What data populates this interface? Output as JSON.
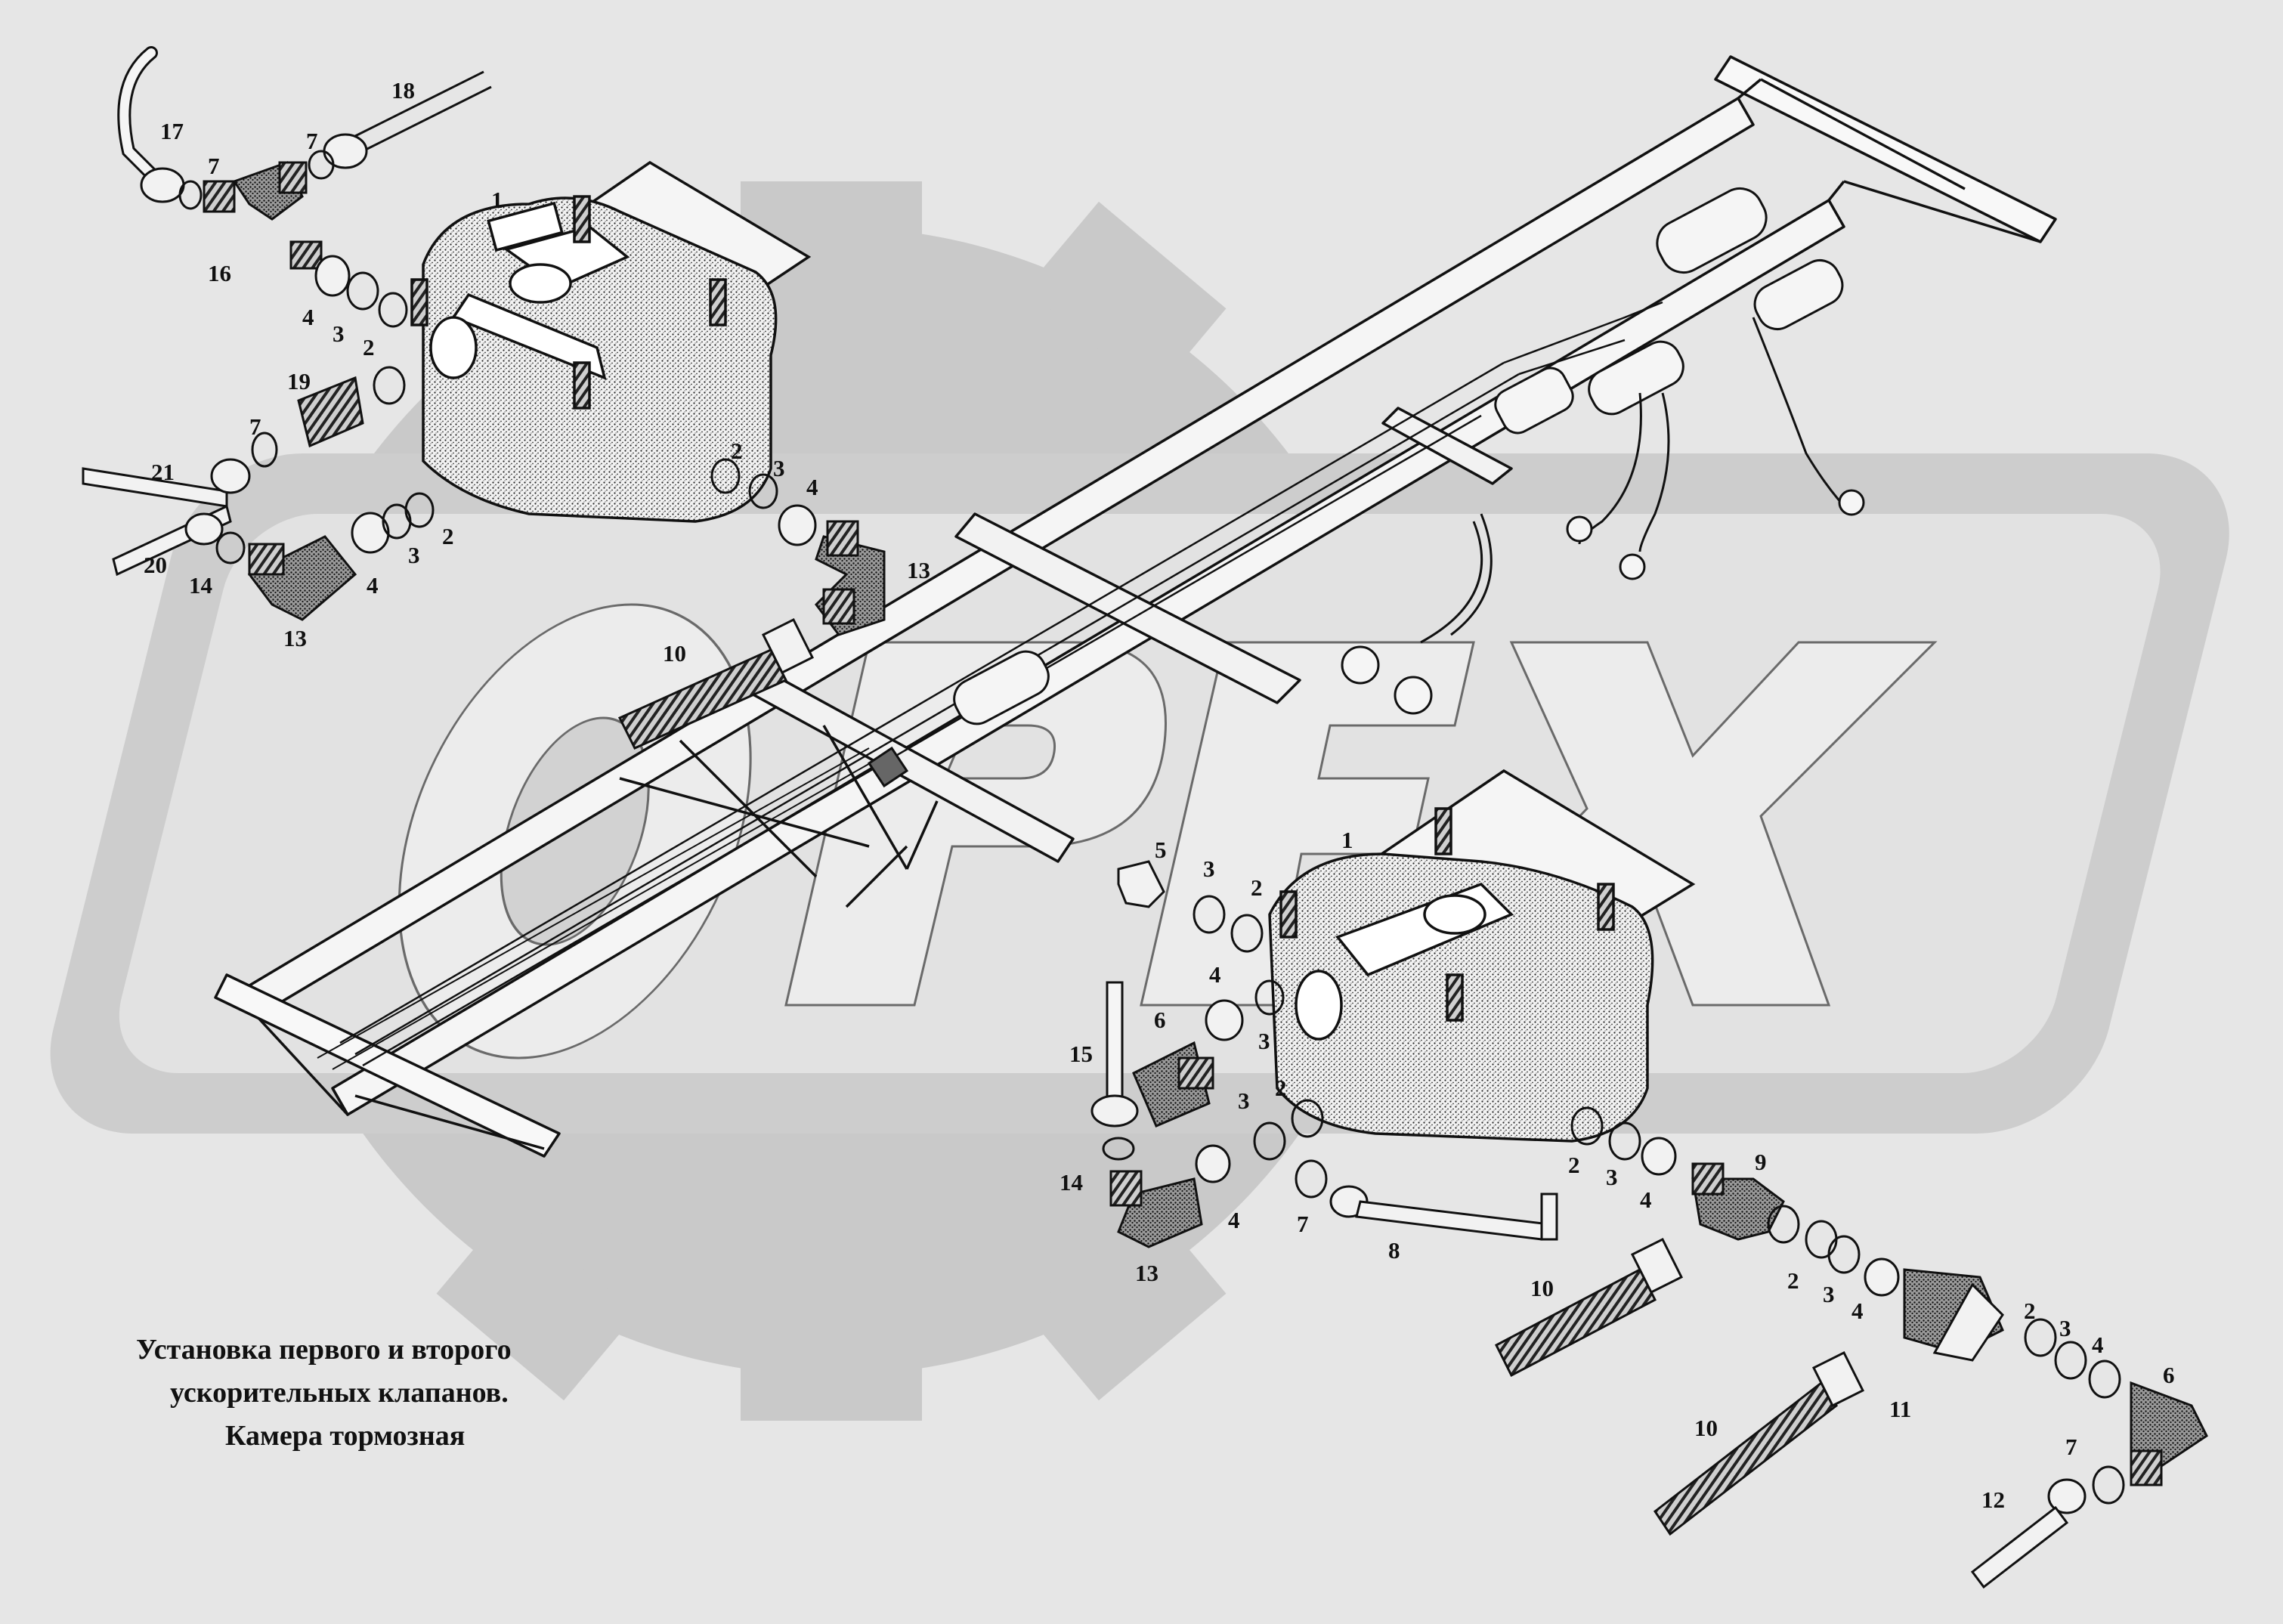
{
  "caption": {
    "line1": "Установка первого и второго",
    "line2": "ускорительных клапанов.",
    "line3": "Камера тормозная"
  },
  "watermark": {
    "text": "OPEX"
  },
  "callouts": {
    "top": {
      "n17": "17",
      "n18": "18",
      "n7a": "7",
      "n7b": "7",
      "n1": "1",
      "n16": "16",
      "n4a": "4",
      "n3a": "3",
      "n2a": "2",
      "n19": "19",
      "n7c": "7",
      "n21": "21",
      "n20": "20",
      "n14": "14",
      "n13a": "13",
      "n4b": "4",
      "n3b": "3",
      "n2b": "2",
      "n2c": "2",
      "n3c": "3",
      "n4c": "4",
      "n13b": "13",
      "n10": "10"
    },
    "bottom": {
      "n5": "5",
      "n3a": "3",
      "n2a": "2",
      "n1": "1",
      "n4a": "4",
      "n3b": "3",
      "n6a": "6",
      "n15": "15",
      "n3c": "3",
      "n2b": "2",
      "n14": "14",
      "n4b": "4",
      "n7a": "7",
      "n13": "13",
      "n8": "8",
      "n2c": "2",
      "n3d": "3",
      "n4c": "4",
      "n9": "9",
      "n10a": "10",
      "n2d": "2",
      "n3e": "3",
      "n4d": "4",
      "n10b": "10",
      "n11": "11",
      "n2e": "2",
      "n3f": "3",
      "n4e": "4",
      "n6b": "6",
      "n7b": "7",
      "n12": "12"
    }
  }
}
